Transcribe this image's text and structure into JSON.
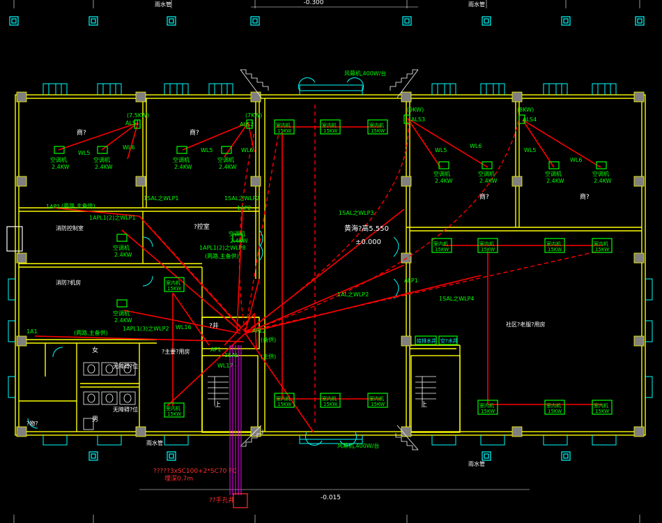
{
  "colors": {
    "background": "#000000",
    "wall": "#ffff00",
    "column": "#808080",
    "window": "#00ffff",
    "power": "#ff0000",
    "label": "#00ff00",
    "text": "#ffffff",
    "pipe": "#ff00ff",
    "door": "#00ffff",
    "annotation_red": "#ff3030"
  },
  "top": {
    "elevation": "-0.300",
    "drain_left": "雨水管",
    "drain_right": "雨水管"
  },
  "bottom": {
    "drain_left": "雨水管",
    "drain_right": "雨水管",
    "elevation": "-0.015",
    "cable_spec": "?????3xSC100+2*SC70 FC",
    "cable_depth": "埋深0.7m",
    "handhole": "??手孔井"
  },
  "center": {
    "roof_elevation": "黄海?高5.550",
    "floor_elevation": "±0.000",
    "wall_fan_top": "风幕机,400W/台",
    "wall_fan_bottom": "风幕机,400W/台",
    "stair_room": "?井",
    "up_left": "上",
    "up_right": "上"
  },
  "rooms": {
    "shop_left_1": "商?",
    "shop_left_2": "商?",
    "shop_right_1": "商?",
    "shop_right_2": "商?",
    "fire_control": "消防控制室",
    "control_room": "?控室",
    "pump_room": "消防?机房",
    "main_room": "?主要?用房",
    "community_room": "社区?老服?用房",
    "women": "女",
    "men": "男",
    "accessible_1": "无障碍?位",
    "accessible_2": "无障碍?位",
    "storage": "?物?",
    "meter_well": "给排水井",
    "water_well": "空?水井"
  },
  "panels": {
    "als1_power": "(7.5KW)",
    "als1": "ALS1",
    "als2_power": "(7KW)",
    "als2": "ALS2",
    "als3_power": "(9KW)",
    "als3": "ALS3",
    "als4_power": "(8KW)",
    "als4": "ALS4",
    "ap1": "1AP1",
    "ap2": "1AP2",
    "a1": "1A1",
    "aplp1": "AP1",
    "alp1": "ALP1",
    "apl2": "APL2",
    "sal": "1SAL"
  },
  "circuits": {
    "c1": "1SAL之WLP1",
    "c2": "1SAL之WLP2",
    "c3": "1SAL之WLP3",
    "c4": "1SAL之WLP4",
    "c5": "1AL之WLP2",
    "c6": "1APL1(2)之WLP1",
    "c7": "1APL1(2)之WLP8",
    "c8": "1APL1(3)之WLP2",
    "dual1": "(两路,主备供)",
    "dual2": "(两路,主备供)",
    "dual3": "(两路,主备供)",
    "standby": "(备供)",
    "main": "(主供)",
    "wl5a": "WL5",
    "wl6a": "WL6",
    "wl5b": "WL5",
    "wl6b": "WL6",
    "wl5c": "WL5",
    "wl6c": "WL6",
    "wl5d": "WL5",
    "wl6d": "WL6",
    "wl16": "WL16",
    "wl17": "WL17"
  },
  "units": {
    "ac_label": "空调机",
    "ac_power": "2.4KW",
    "indoor_label": "室内机",
    "indoor_power": "15KW"
  }
}
